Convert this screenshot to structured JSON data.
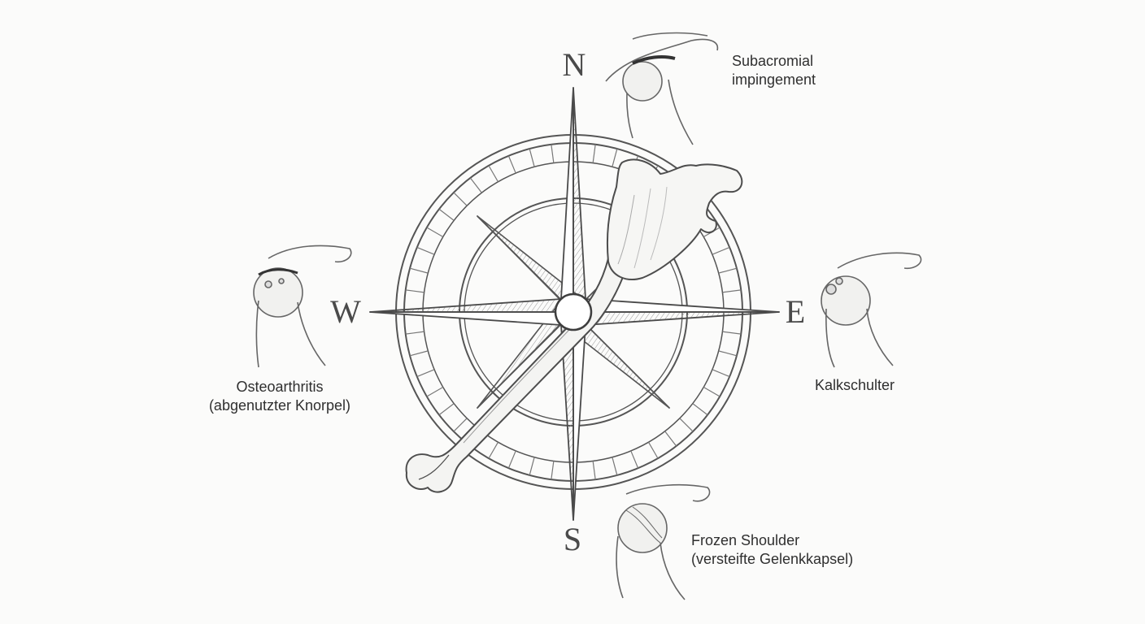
{
  "compass": {
    "north": "N",
    "south": "S",
    "east": "E",
    "west": "W"
  },
  "conditions": {
    "north_east": {
      "line1": "Subacromial",
      "line2": "impingement"
    },
    "east": {
      "line1": "Kalkschulter"
    },
    "south_east": {
      "line1": "Frozen Shoulder",
      "line2": "(versteifte Gelenkkapsel)"
    },
    "west": {
      "line1": "Osteoarthritis",
      "line2": "(abgenutzter Knorpel)"
    }
  },
  "colors": {
    "ink": "#555555",
    "paper": "#fbfbfa",
    "shade": "#e6e6e4"
  }
}
